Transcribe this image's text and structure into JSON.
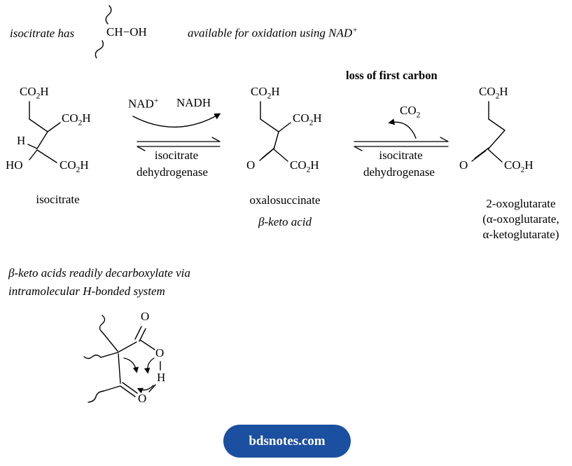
{
  "header": {
    "intro": "isocitrate has",
    "fragment": "CH−OH",
    "note": "available for oxidation using NAD^+^"
  },
  "scheme": {
    "loss_label": "loss of first carbon",
    "arrow1": {
      "nad": "NAD^+^",
      "nadh": "NADH",
      "enzyme_line1": "isocitrate",
      "enzyme_line2": "dehydrogenase"
    },
    "arrow2": {
      "co2": "CO_2_",
      "enzyme_line1": "isocitrate",
      "enzyme_line2": "dehydrogenase"
    },
    "isocitrate": {
      "co2h_top": "CO_2_H",
      "co2h_mid": "CO_2_H",
      "h": "H",
      "ho": "HO",
      "co2h_bot": "CO_2_H",
      "name": "isocitrate"
    },
    "oxalosuccinate": {
      "co2h_top": "CO_2_H",
      "co2h_mid": "CO_2_H",
      "o": "O",
      "co2h_bot": "CO_2_H",
      "name": "oxalosuccinate",
      "subtitle": "β-keto acid"
    },
    "oxoglutarate": {
      "co2h_top": "CO_2_H",
      "o": "O",
      "co2h_bot": "CO_2_H",
      "name_line1": "2-oxoglutarate",
      "name_line2": "(α-oxoglutarate,",
      "name_line3": "α-ketoglutarate)"
    }
  },
  "note": {
    "line1": "β-keto acids readily decarboxylate via",
    "line2": "intramolecular H-bonded system"
  },
  "mechanism": {
    "o_top": "O",
    "o_right": "O",
    "h": "H",
    "o_bottom": "O"
  },
  "footer": {
    "badge_label": "bdsnotes.com",
    "badge_color": "#1b4fa0"
  }
}
